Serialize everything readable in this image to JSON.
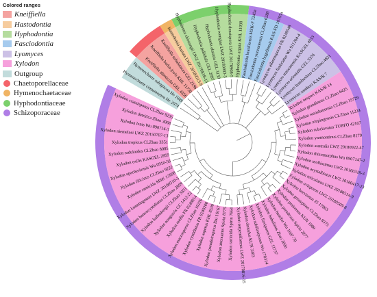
{
  "legend": {
    "title": "Colored ranges",
    "ranges": [
      {
        "label": "Kneiffiella",
        "color": "#f4a3a0",
        "italic": true
      },
      {
        "label": "Hastodontia",
        "color": "#f6cc9e",
        "italic": true
      },
      {
        "label": "Hyphodontia",
        "color": "#b5dc9e",
        "italic": true
      },
      {
        "label": "Fasciodontia",
        "color": "#a6cbee",
        "italic": true
      },
      {
        "label": "Lyomyces",
        "color": "#ccc1e6",
        "italic": true
      },
      {
        "label": "Xylodon",
        "color": "#f6a0dc",
        "italic": true
      },
      {
        "label": "Outgroup",
        "color": "#c2dcdc",
        "italic": false
      }
    ],
    "families": [
      {
        "label": "Chaetoporellaceae",
        "color": "#f4646a"
      },
      {
        "label": "Hymenochaetaceae",
        "color": "#f0b464"
      },
      {
        "label": "Hyphodontiaceae",
        "color": "#7cd06c"
      },
      {
        "label": "Schizoporaceae",
        "color": "#b07ee6"
      }
    ]
  },
  "leaves": [
    "Hymenochaete cinnamomea He 2074",
    "Hymenochaete rubiginosa He 1049",
    "Kneiffiella abieticola GEL 4356",
    "Kneiffiella barba-jovis KHL 11730",
    "Kneiffiella subalutacea GEL 2196",
    "Hastodontia hastata LWZ 20180513-9",
    "Hyphodontia zhixiangii LWZ 20170818-13",
    "Hyphodontia pallidula GEL 2097",
    "Hyphodontia alutaria GEL 3139",
    "Hyphodontia wongiae LWZ 20180903-5",
    "Hyphodontia densispora LWZ 20170908-5",
    "Hyphodontia arguta KHL 11938",
    "Fasciodontia brasiliensis MSK-F 7245a",
    "Fasciodontia yunnanensis CLZhao 6280",
    "Fasciodontia bugellensis KAS-FD 10705a",
    "Lyomyces allantosporus FR 0249548",
    "Lyomyces fimbriatus Wu 911204-4",
    "Lyomyces mascarensis KASGEL 4833",
    "Lyomyces orientalis GEL 3376",
    "Lyomyces bambusinus CLZhao 4831",
    "Lyomyces sambuci KASJR 7",
    "Xylodon nespori KASJR 14",
    "Xylodon grandineus CLZhao 6425",
    "Xylodon wenshanensis CLZhao 15729",
    "Xylodon xinpingensis CLZhao 11224",
    "Xylodon subclavatus TUBFO 42167",
    "Xylodon yarmontinus CLZhao 8179",
    "Xylodon australis LWZ 20180922-47",
    "Xylodon rhizomorphus Wu 0907147-2",
    "Xylodon mollissimus LWZ 20160318-3",
    "Xylodon acyrtalbiatus LWZ 20180417-23",
    "Xylodon reticulatus LWZ 20180514-9",
    "Xylodon ovisporus LWZ 20180509-8",
    "Xylodon brevisetus JS 17863",
    "Xylodon gossypinus CLZhao 8375",
    "Xylodon pruinosus KUN 1989",
    "Xylodon paradoxus Spirin 2877",
    "Xylodon hastifer Wu 1607-70",
    "Xylodon bubalinus Zhao 3090",
    "Xylodon flaviporus GEL 11737",
    "Xylodon subflaviporus Wu 170314",
    "Xylodon dentulus KUN 3303",
    "Xylodon serpentiformis LWZ 20170816-15",
    "Xylodon ramicida Spirin 7664",
    "Xylodon attenuatus Spirin 8775",
    "Xylodon pseudotropicus Dai 16167",
    "Xylodon asperus KHL 8530",
    "Xylodon cystidiatus FR 0249200",
    "Xylodon macrosporus CLZhao 10226",
    "Xylodon mollis FR 0249814",
    "Xylodon nongravis GC 1412-22",
    "Xylodon hallenbergii CLZhao 3351",
    "Xylodon heterocystidiatus CLZhao 2899",
    "Xylodon kunmingensis LWZ 20180510-3",
    "Xylodon ramicida MSK 12698",
    "Xylodon filicinus CLZhao 9222",
    "Xylodon apacheriensis Wu 0910-58",
    "Xylodon exilis KASGEL 2859",
    "Xylodon raduloides CLZhao 8085",
    "Xylodon tropicus CLZhao 3351",
    "Xylodon niemelaei LWZ 20150707-13",
    "Xylodon lenis Wu 890714-3",
    "Xylodon detritica Zhao 3068",
    "Xylodon crassisporus CLZhao 9235"
  ]
}
